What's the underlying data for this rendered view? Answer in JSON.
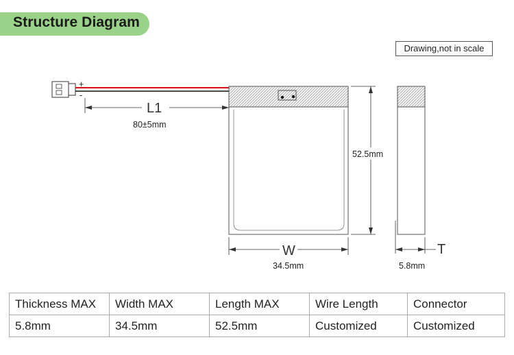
{
  "header": {
    "title": "Structure Diagram"
  },
  "note": "Drawing,not in scale",
  "diagram": {
    "polarity_plus": "+",
    "polarity_minus": "-",
    "wire_label": "L1",
    "wire_length": "80±5mm",
    "length_dim": "52.5mm",
    "width_label": "W",
    "width_dim": "34.5mm",
    "thickness_label": "T",
    "thickness_dim": "5.8mm",
    "colors": {
      "positive_wire": "#e01010",
      "negative_wire": "#111111",
      "banner": "#9bd28a"
    }
  },
  "specs": {
    "headers": [
      "Thickness MAX",
      "Width MAX",
      "Length MAX",
      "Wire Length",
      "Connector"
    ],
    "values": [
      "5.8mm",
      "34.5mm",
      "52.5mm",
      "Customized",
      "Customized"
    ]
  }
}
